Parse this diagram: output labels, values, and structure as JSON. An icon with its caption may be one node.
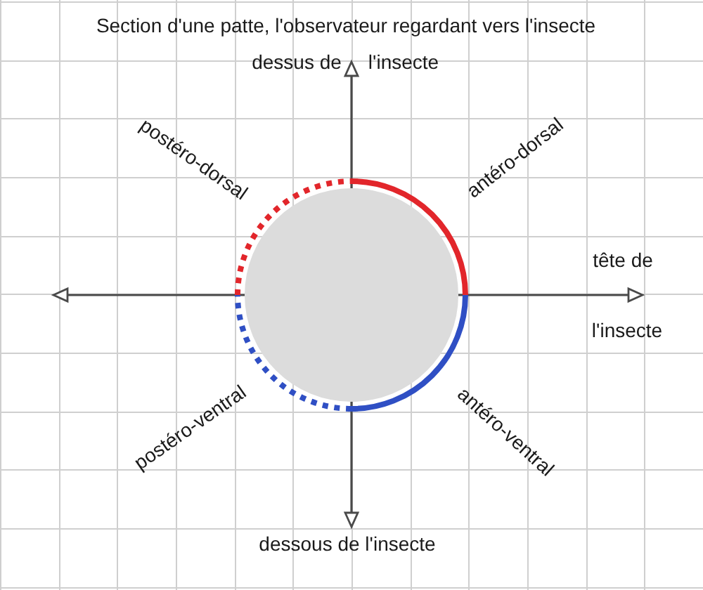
{
  "diagram": {
    "title": "Section d'une patte, l'observateur regardant vers l'insecte",
    "labels": [
      "dessus de",
      "l'insecte",
      "postéro-dorsal",
      "antéro-dorsal",
      "tête de",
      "l'insecte",
      "postéro-ventral",
      "antéro-ventral",
      "dessous de l'insecte"
    ]
  }
}
